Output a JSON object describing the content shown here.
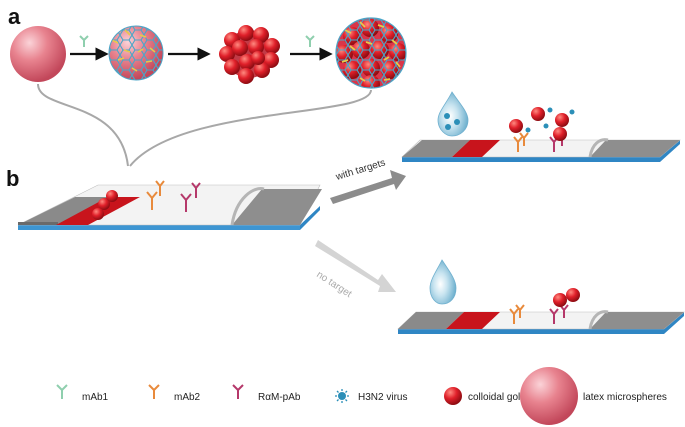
{
  "panels": {
    "a_label": "a",
    "b_label": "b"
  },
  "arrows": {
    "with_targets": "with targets",
    "no_target": "no target"
  },
  "legend": [
    {
      "icon": "mab1-antibody-icon",
      "label": "mAb1",
      "color": "#8fcfae"
    },
    {
      "icon": "mab2-antibody-icon",
      "label": "mAb2",
      "color": "#e88a3c"
    },
    {
      "icon": "ram-pab-antibody-icon",
      "label": "RαM-pAb",
      "color": "#b5386a"
    },
    {
      "icon": "h3n2-virus-icon",
      "label": "H3N2 virus",
      "color": "#2b8fb8"
    },
    {
      "icon": "colloidal-gold-icon",
      "label": "colloidal gold",
      "color": "#e0202a"
    },
    {
      "icon": "latex-microsphere-icon",
      "label": "latex microspheres",
      "color": "#e0707e"
    }
  ],
  "colors": {
    "latex": "#e0707e",
    "gold": "#e0202a",
    "strip_blue": "#2f86c4",
    "pad_gray": "#8a8a8a",
    "conjugate_red": "#c8141c",
    "drop_blue": "#9fcce0",
    "connector_gray": "#9a9a9a"
  }
}
